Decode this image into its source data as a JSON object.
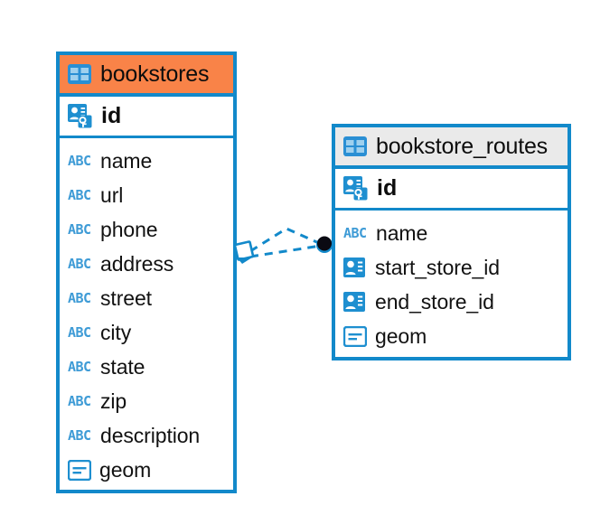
{
  "diagram": {
    "type": "entity-relationship-diagram",
    "background_color": "#ffffff",
    "accent_color": "#1289CA",
    "entities": [
      {
        "name": "bookstores",
        "header_color": "#F98348",
        "header_icon": "table-icon",
        "primary_key": {
          "label": "id",
          "icon": "primary-key-icon"
        },
        "attributes": [
          {
            "label": "name",
            "icon": "text-type-icon",
            "icon_text": "ABC"
          },
          {
            "label": "url",
            "icon": "text-type-icon",
            "icon_text": "ABC"
          },
          {
            "label": "phone",
            "icon": "text-type-icon",
            "icon_text": "ABC"
          },
          {
            "label": "address",
            "icon": "text-type-icon",
            "icon_text": "ABC"
          },
          {
            "label": "street",
            "icon": "text-type-icon",
            "icon_text": "ABC"
          },
          {
            "label": "city",
            "icon": "text-type-icon",
            "icon_text": "ABC"
          },
          {
            "label": "state",
            "icon": "text-type-icon",
            "icon_text": "ABC"
          },
          {
            "label": "zip",
            "icon": "text-type-icon",
            "icon_text": "ABC"
          },
          {
            "label": "description",
            "icon": "text-type-icon",
            "icon_text": "ABC"
          },
          {
            "label": "geom",
            "icon": "geometry-type-icon"
          }
        ]
      },
      {
        "name": "bookstore_routes",
        "header_color": "#EAEAEA",
        "header_icon": "table-icon",
        "primary_key": {
          "label": "id",
          "icon": "primary-key-icon"
        },
        "attributes": [
          {
            "label": "name",
            "icon": "text-type-icon",
            "icon_text": "ABC"
          },
          {
            "label": "start_store_id",
            "icon": "foreign-key-icon"
          },
          {
            "label": "end_store_id",
            "icon": "foreign-key-icon"
          },
          {
            "label": "geom",
            "icon": "geometry-type-icon"
          }
        ]
      }
    ],
    "relationship": {
      "style": "dashed",
      "color": "#1289CA",
      "source_entity": "bookstores",
      "target_entity": "bookstore_routes",
      "source_marker": "diamond-marker",
      "target_marker": "filled-circle-marker"
    }
  }
}
